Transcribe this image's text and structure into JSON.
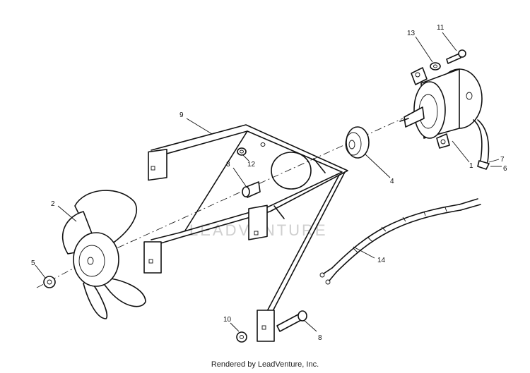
{
  "watermark": "LEADVENTURE",
  "footer": "Rendered by LeadVenture, Inc.",
  "callouts": [
    "1",
    "2",
    "3",
    "4",
    "5",
    "6",
    "7",
    "8",
    "9",
    "10",
    "11",
    "12",
    "13",
    "14"
  ]
}
